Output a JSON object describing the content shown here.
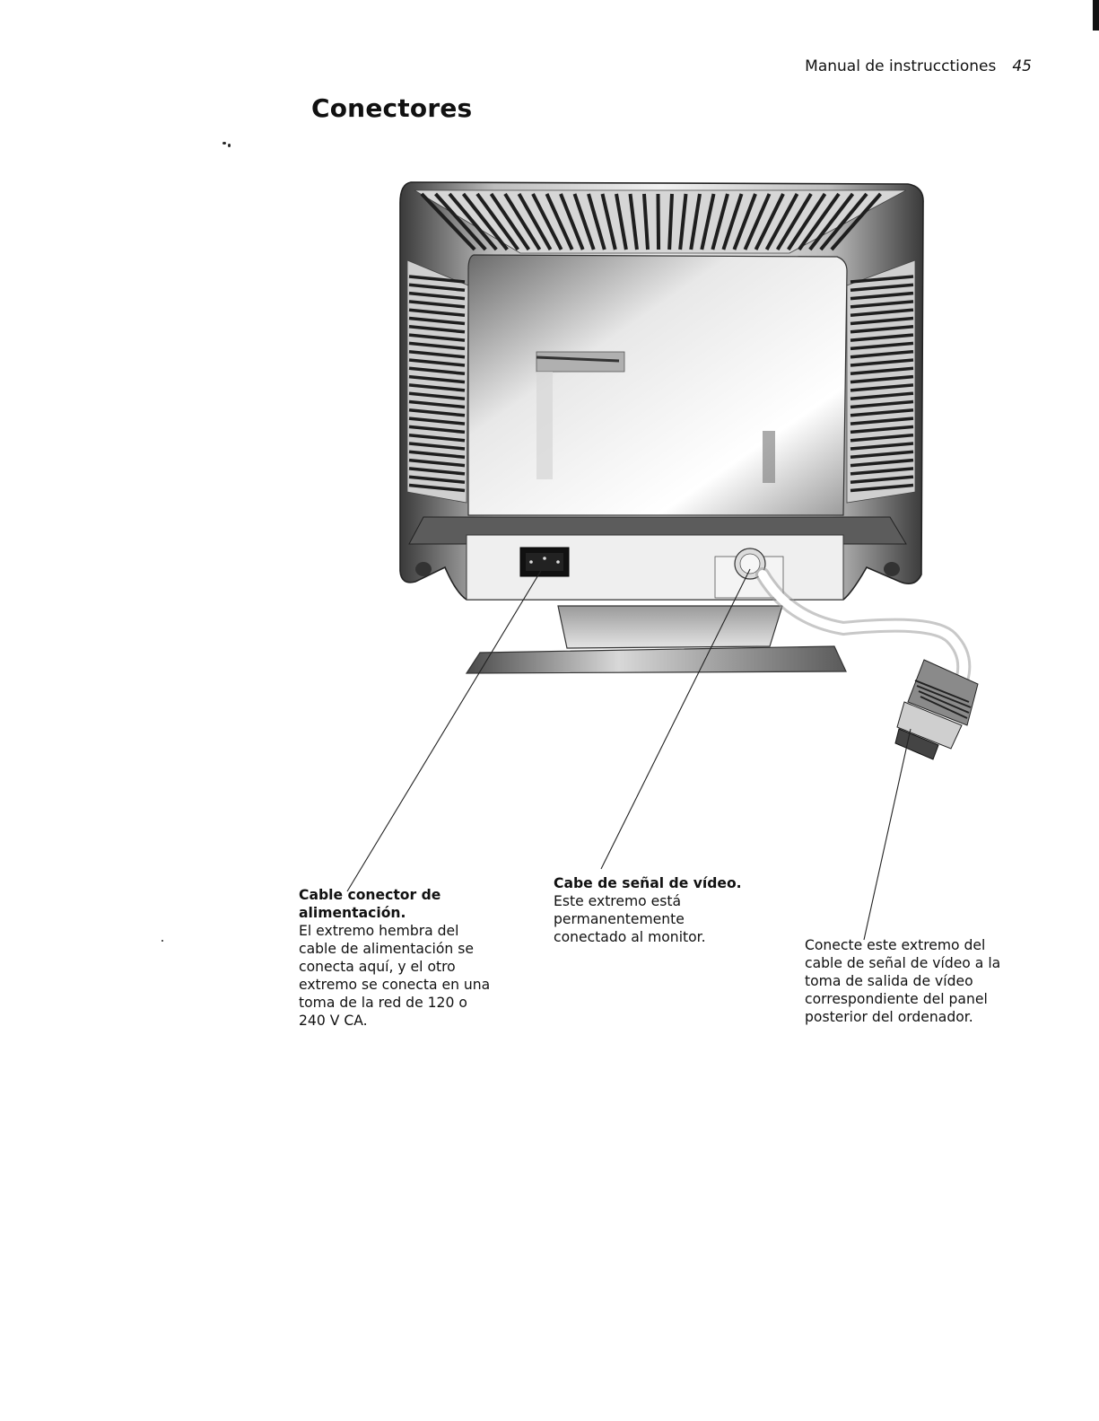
{
  "header": {
    "running_title": "Manual de instrucctiones",
    "page_number": "45"
  },
  "title": "Conectores",
  "callouts": {
    "power": {
      "heading_lines": [
        "Cable conector de",
        "alimentación."
      ],
      "body_lines": [
        "El extremo hembra del",
        "cable de alimentación se",
        "conecta aquí, y el otro",
        "extremo se conecta en una",
        "toma de la red de 120 o",
        "240 V CA."
      ]
    },
    "video": {
      "heading_lines": [
        "Cabe de señal de vídeo."
      ],
      "body_lines": [
        "Este extremo está",
        "permanentemente",
        "conectado al monitor."
      ]
    },
    "connect": {
      "heading_lines": [],
      "body_lines": [
        "Conecte este extremo del",
        "cable de señal de vídeo a la",
        "toma de salida de vídeo",
        "correspondiente del panel",
        "posterior del ordenador."
      ]
    }
  },
  "figure": {
    "icons": [
      "monitor-rear-illustration",
      "power-socket-icon",
      "video-cable-connector-icon"
    ]
  }
}
